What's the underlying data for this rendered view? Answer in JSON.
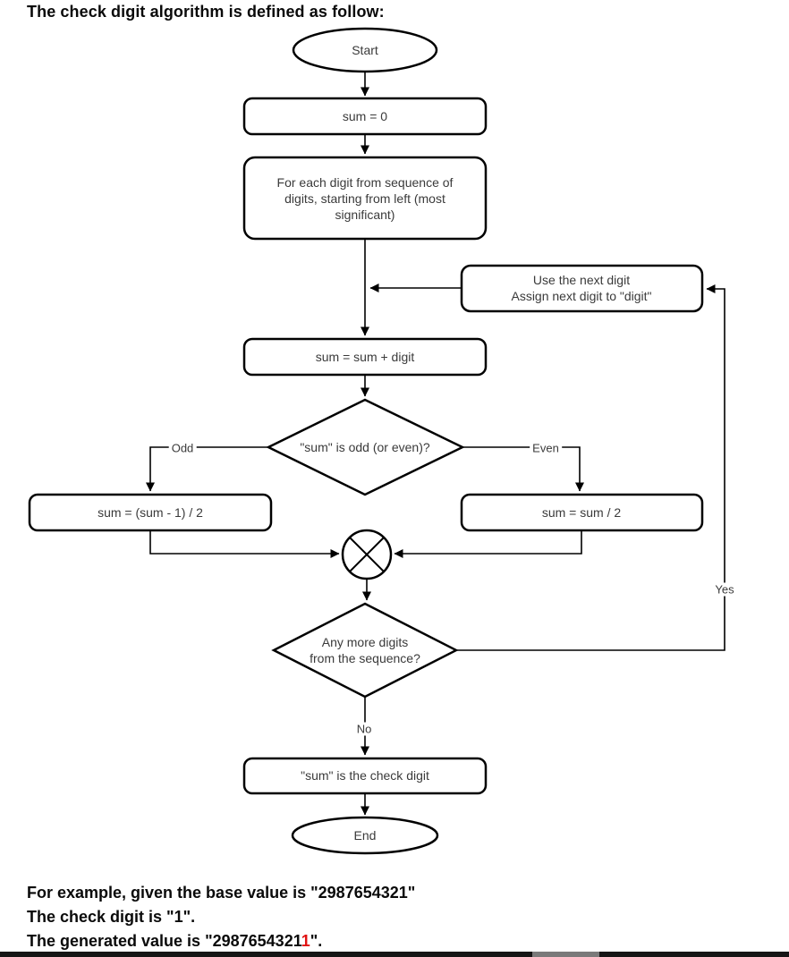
{
  "header": {
    "title": "The check digit algorithm is defined as follow:"
  },
  "flowchart": {
    "nodes": {
      "start": "Start",
      "init": "sum = 0",
      "foreach": [
        "For each digit from sequence of",
        "digits, starting from left (most",
        "significant)"
      ],
      "use_next": [
        "Use the next digit",
        "Assign next digit to \"digit\""
      ],
      "add": "sum = sum + digit",
      "odd_even_decision": "\"sum\" is odd (or even)?",
      "odd_branch": "sum = (sum - 1) / 2",
      "even_branch": "sum = sum / 2",
      "more_digits_decision": [
        "Any more digits",
        "from the sequence?"
      ],
      "result": "\"sum\" is the check digit",
      "end": "End"
    },
    "edge_labels": {
      "odd": "Odd",
      "even": "Even",
      "yes": "Yes",
      "no": "No"
    },
    "colors": {
      "node_stroke": "#000000",
      "node_fill": "#ffffff",
      "node_text": "#3a3a3a"
    }
  },
  "footer": {
    "line1": "For example, given the base value is \"2987654321\"",
    "line2": "The check digit is \"1\".",
    "line3_prefix": "The generated value is \"2987654321",
    "line3_highlight": "1",
    "line3_suffix": "\".",
    "highlight_color": "#e01212"
  }
}
